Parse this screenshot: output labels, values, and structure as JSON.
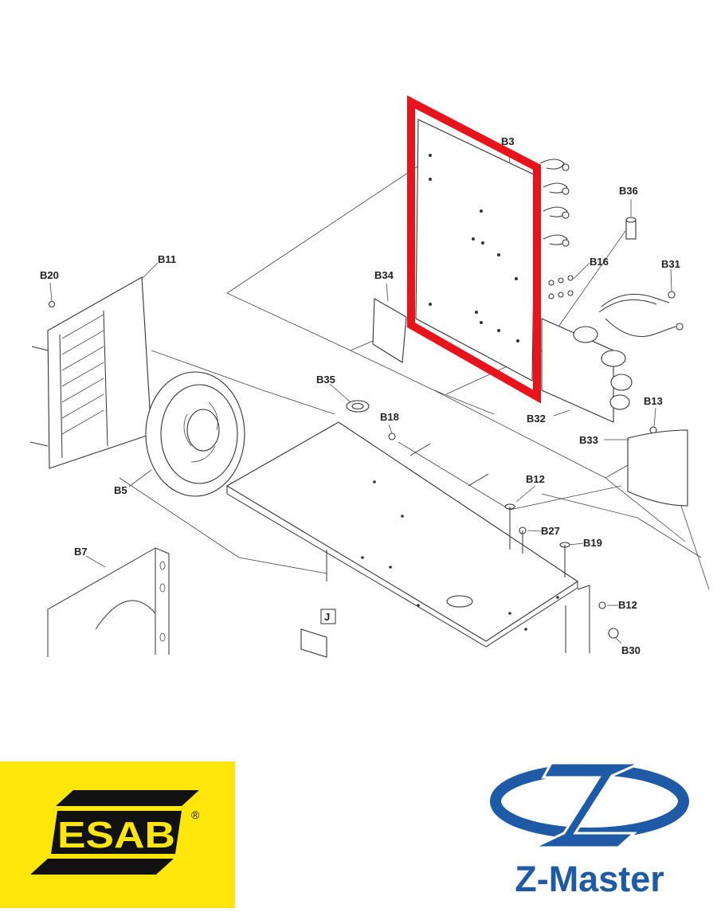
{
  "diagram": {
    "callouts": [
      "B3",
      "B36",
      "B16",
      "B31",
      "B34",
      "B11",
      "B20",
      "B35",
      "B18",
      "B32",
      "B13",
      "B33",
      "B5",
      "B12",
      "B27",
      "B19",
      "B7",
      "J",
      "B12",
      "B30"
    ],
    "highlight_color": "#e8141b"
  },
  "logos": {
    "left": {
      "text": "ESAB",
      "registered": "®",
      "bg": "#ffe60a",
      "fg": "#111111"
    },
    "right": {
      "text": "Z-Master",
      "color": "#1f5aa6"
    }
  }
}
